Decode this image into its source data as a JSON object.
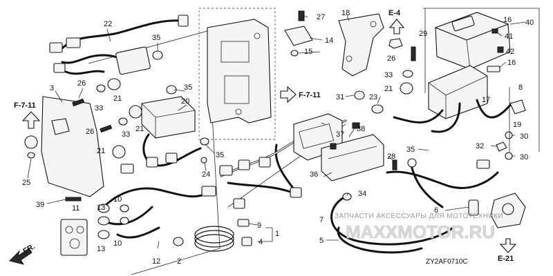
{
  "diagram_code": "ZY2AF0710C",
  "front_marker": "FR.",
  "watermark": {
    "line1": "ЗАПЧАСТИ АКСЕССУАРЫ ДЛЯ МОТОТЕХНИКИ",
    "line2": "MAXXMOTOR.RU"
  },
  "refs": {
    "f711_left": "F-7-11",
    "f711_center": "F-7-11",
    "e4": "E-4",
    "e21": "E-21"
  },
  "callouts": {
    "c22": "22",
    "c35a": "35",
    "c3": "3",
    "c26a": "26",
    "c33a": "33",
    "c21a": "21",
    "c35b": "35",
    "c20": "20",
    "c33b": "33",
    "c21b": "21",
    "c26b": "26",
    "c25": "25",
    "c21c": "21",
    "c35c": "35",
    "c24": "24",
    "c39": "39",
    "c11": "11",
    "c13a": "13",
    "c10a": "10",
    "c13b": "13",
    "c10b": "10",
    "c12": "12",
    "c2": "2",
    "c9": "9",
    "c1": "1",
    "c4": "4",
    "c27": "27",
    "c14": "14",
    "c15": "15",
    "c18": "18",
    "c26c": "26",
    "c29": "29",
    "c16a": "16",
    "c40": "40",
    "c41": "41",
    "c42": "42",
    "c16b": "16",
    "c33c": "33",
    "c21d": "21",
    "c31": "31",
    "c23": "23",
    "c17": "17",
    "c8": "8",
    "c19": "19",
    "c37": "37",
    "c38": "38",
    "c36": "36",
    "c7": "7",
    "c28": "28",
    "c35d": "35",
    "c30a": "30",
    "c32": "32",
    "c30b": "30",
    "c34": "34",
    "c5": "5",
    "c6": "6"
  }
}
